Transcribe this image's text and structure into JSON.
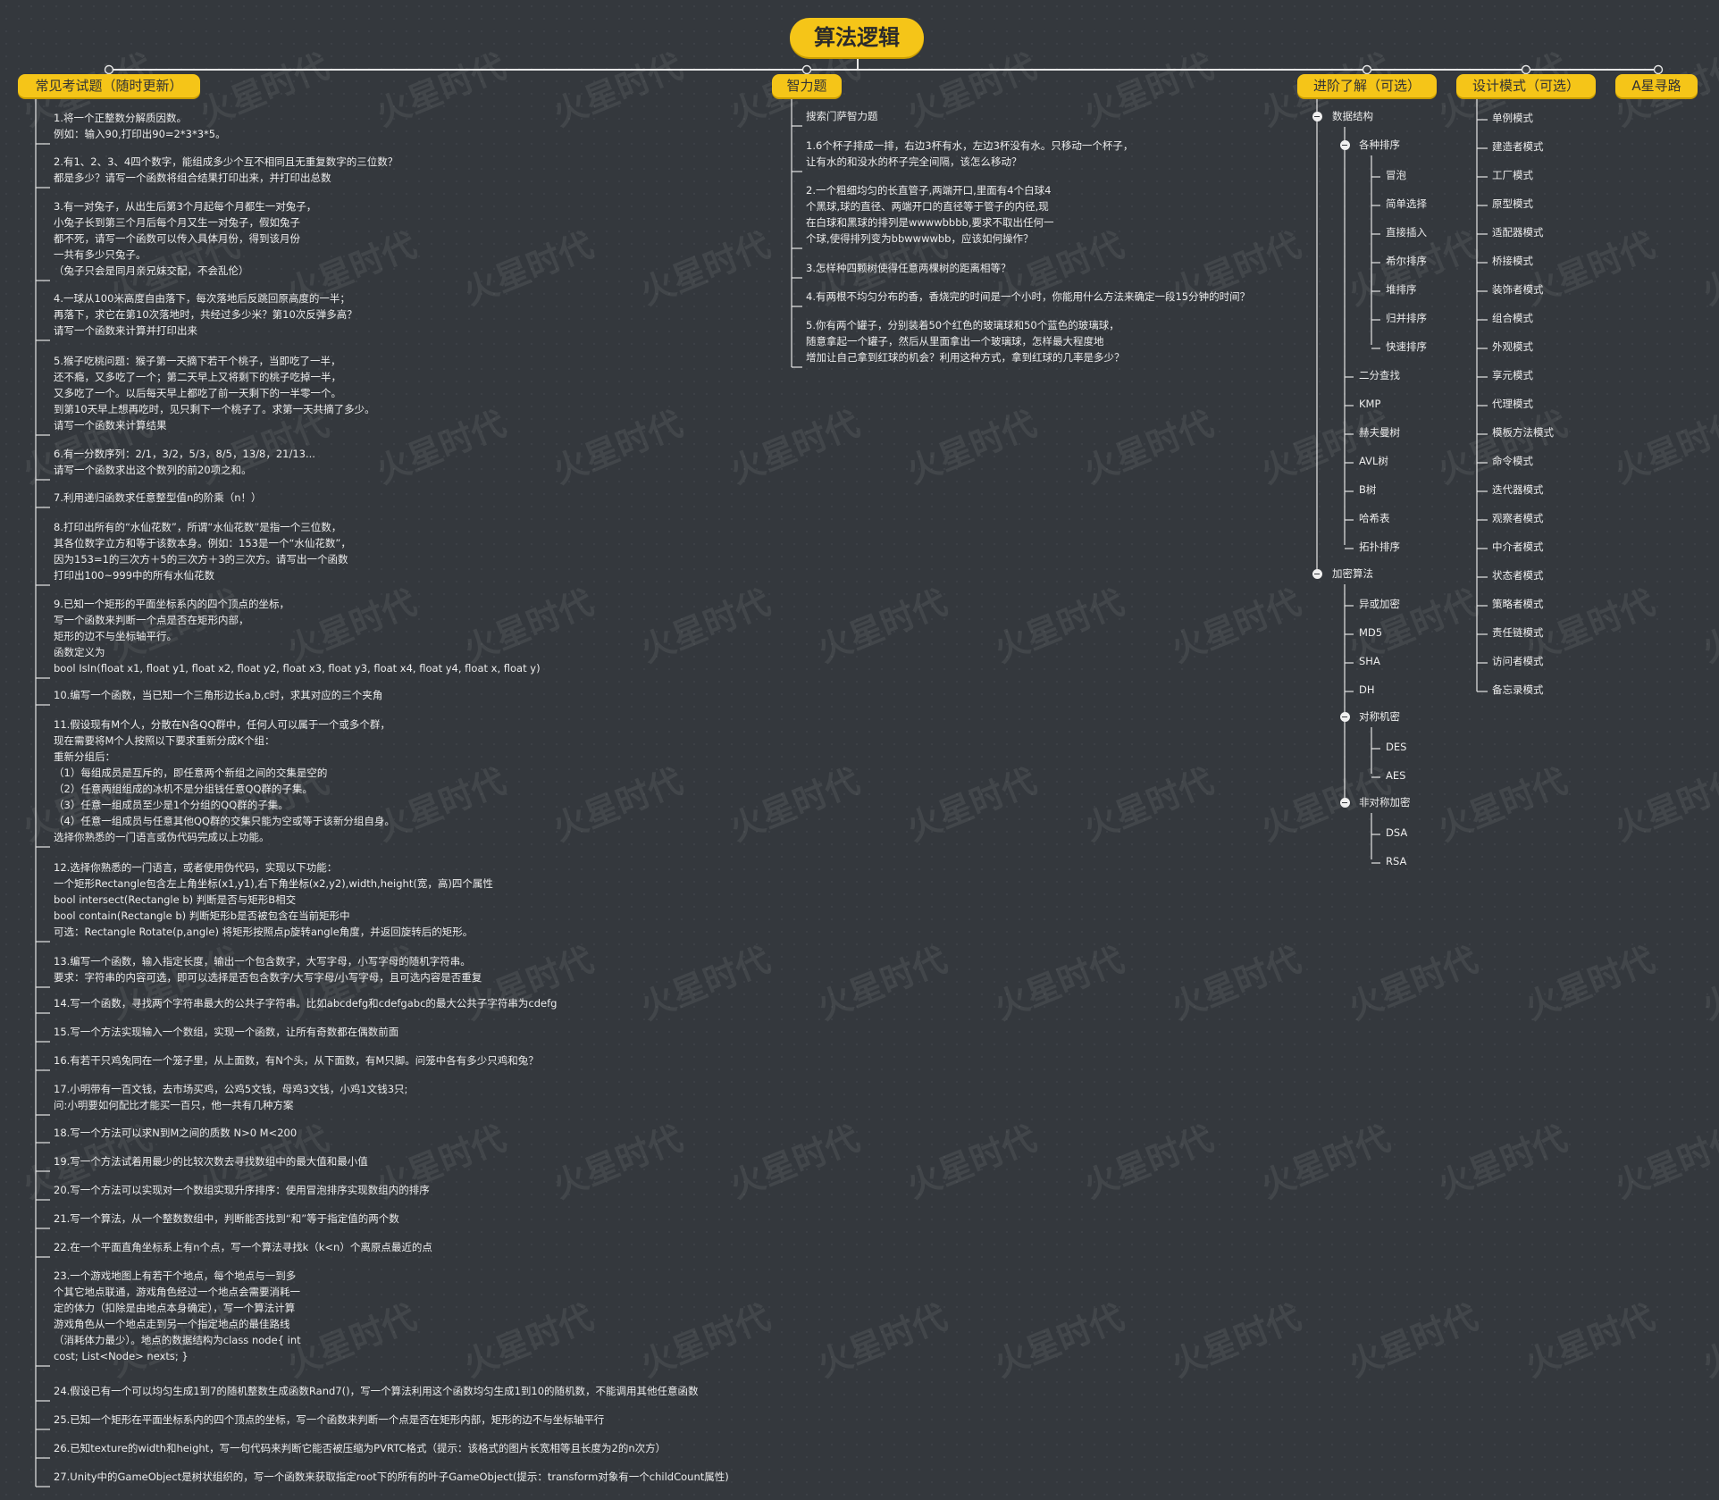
{
  "root": "算法逻辑",
  "branches": {
    "exam": {
      "label": "常见考试题（随时更新）",
      "items": [
        [
          "1.将一个正整数分解质因数。",
          "例如：输入90,打印出90=2*3*3*5。"
        ],
        [
          "2.有1、2、3、4四个数字，能组成多少个互不相同且无重复数字的三位数？",
          "都是多少？请写一个函数将组合结果打印出来，并打印出总数"
        ],
        [
          "3.有一对兔子，从出生后第3个月起每个月都生一对兔子，",
          "小兔子长到第三个月后每个月又生一对兔子，假如兔子",
          "都不死，请写一个函数可以传入具体月份，得到该月份",
          "一共有多少只兔子。",
          "（兔子只会是同月亲兄妹交配，不会乱伦）"
        ],
        [
          "4.一球从100米高度自由落下，每次落地后反跳回原高度的一半；",
          "再落下，求它在第10次落地时，共经过多少米？第10次反弹多高？",
          "请写一个函数来计算并打印出来"
        ],
        [
          "5.猴子吃桃问题：猴子第一天摘下若干个桃子，当即吃了一半，",
          "还不瘾，又多吃了一个；第二天早上又将剩下的桃子吃掉一半，",
          "又多吃了一个。以后每天早上都吃了前一天剩下的一半零一个。",
          "到第10天早上想再吃时，见只剩下一个桃子了。求第一天共摘了多少。",
          "请写一个函数来计算结果"
        ],
        [
          "6.有一分数序列：2/1，3/2，5/3，8/5，13/8，21/13...",
          "请写一个函数求出这个数列的前20项之和。"
        ],
        [
          "7.利用递归函数求任意整型值n的阶乘（n！）"
        ],
        [
          "8.打印出所有的“水仙花数”，所谓“水仙花数”是指一个三位数，",
          "其各位数字立方和等于该数本身。例如：153是一个“水仙花数”，",
          "因为153=1的三次方＋5的三次方＋3的三次方。请写出一个函数",
          "打印出100~999中的所有水仙花数"
        ],
        [
          "9.已知一个矩形的平面坐标系内的四个顶点的坐标，",
          "写一个函数来判断一个点是否在矩形内部，",
          "矩形的边不与坐标轴平行。",
          "函数定义为",
          "bool IsIn(float x1, float y1, float x2, float y2, float x3, float y3, float x4, float y4, float x, float y)"
        ],
        [
          "10.编写一个函数，当已知一个三角形边长a,b,c时，求其对应的三个夹角"
        ],
        [
          "11.假设现有M个人，分散在N各QQ群中，任何人可以属于一个或多个群，",
          "现在需要将M个人按照以下要求重新分成K个组：",
          "重新分组后：",
          "（1）每组成员是互斥的，即任意两个新组之间的交集是空的",
          "（2）任意两组组成的冰机不是分组钱任意QQ群的子集。",
          "（3）任意一组成员至少是1个分组的QQ群的子集。",
          "（4）任意一组成员与任意其他QQ群的交集只能为空或等于该新分组自身。",
          "选择你熟悉的一门语言或伪代码完成以上功能。"
        ],
        [
          "12.选择你熟悉的一门语言，或者使用伪代码，实现以下功能：",
          "一个矩形Rectangle包含左上角坐标(x1,y1),右下角坐标(x2,y2),width,height(宽，高)四个属性",
          "bool intersect(Rectangle b) 判断是否与矩形B相交",
          "bool contain(Rectangle b) 判断矩形b是否被包含在当前矩形中",
          "可选：Rectangle Rotate(p,angle) 将矩形按照点p旋转angle角度，并返回旋转后的矩形。"
        ],
        [
          "13.编写一个函数，输入指定长度，输出一个包含数字，大写字母，小写字母的随机字符串。",
          "要求：字符串的内容可选，即可以选择是否包含数字/大写字母/小写字母，且可选内容是否重复"
        ],
        [
          "14.写一个函数，寻找两个字符串最大的公共子字符串。比如abcdefg和cdefgabc的最大公共子字符串为cdefg"
        ],
        [
          "15.写一个方法实现输入一个数组，实现一个函数，让所有奇数都在偶数前面"
        ],
        [
          "16.有若干只鸡兔同在一个笼子里，从上面数，有N个头，从下面数，有M只脚。问笼中各有多少只鸡和兔？"
        ],
        [
          "17.小明带有一百文钱，去市场买鸡，公鸡5文钱，母鸡3文钱，小鸡1文钱3只;",
          "问:小明要如何配比才能买一百只，他一共有几种方案"
        ],
        [
          "18.写一个方法可以求N到M之间的质数 N>0 M<200"
        ],
        [
          "19.写一个方法试着用最少的比较次数去寻找数组中的最大值和最小值"
        ],
        [
          "20.写一个方法可以实现对一个数组实现升序排序：使用冒泡排序实现数组内的排序"
        ],
        [
          "21.写一个算法，从一个整数数组中，判断能否找到“和”等于指定值的两个数"
        ],
        [
          "22.在一个平面直角坐标系上有n个点，写一个算法寻找k（k<n）个离原点最近的点"
        ],
        [
          "23.一个游戏地图上有若干个地点，每个地点与一到多",
          "个其它地点联通，游戏角色经过一个地点会需要消耗一",
          "定的体力（扣除是由地点本身确定），写一个算法计算",
          "游戏角色从一个地点走到另一个指定地点的最佳路线",
          "（消耗体力最少）。地点的数据结构为class node{ int",
          "cost; List<Node> nexts; }"
        ],
        [
          "24.假设已有一个可以均匀生成1到7的随机整数生成函数Rand7()，写一个算法利用这个函数均匀生成1到10的随机数，不能调用其他任意函数"
        ],
        [
          "25.已知一个矩形在平面坐标系内的四个顶点的坐标，写一个函数来判断一个点是否在矩形内部，矩形的边不与坐标轴平行"
        ],
        [
          "26.已知texture的width和height，写一句代码来判断它能否被压缩为PVRTC格式（提示：该格式的图片长宽相等且长度为2的n次方）"
        ],
        [
          "27.Unity中的GameObject是树状组织的，写一个函数来获取指定root下的所有的叶子GameObject(提示：transform对象有一个childCount属性)"
        ]
      ]
    },
    "iq": {
      "label": "智力题",
      "items": [
        [
          "搜索门萨智力题"
        ],
        [
          "1.6个杯子排成一排，右边3杯有水，左边3杯没有水。只移动一个杯子，",
          "让有水的和没水的杯子完全间隔，该怎么移动？"
        ],
        [
          "2.一个粗细均匀的长直管子,两端开口,里面有4个白球4",
          "个黑球,球的直径、两端开口的直径等于管子的内径,现",
          "在白球和黑球的排列是wwwwbbbb,要求不取出任何一",
          "个球,使得排列变为bbwwwwbb，应该如何操作？"
        ],
        [
          "3.怎样种四颗树使得任意两棵树的距离相等？"
        ],
        [
          "4.有两根不均匀分布的香，香烧完的时间是一个小时，你能用什么方法来确定一段15分钟的时间？"
        ],
        [
          "5.你有两个罐子，分别装着50个红色的玻璃球和50个蓝色的玻璃球，",
          "随意拿起一个罐子，然后从里面拿出一个玻璃球，怎样最大程度地",
          "增加让自己拿到红球的机会？利用这种方式，拿到红球的几率是多少？"
        ]
      ]
    },
    "advanced": {
      "label": "进阶了解（可选）",
      "data_structures": "数据结构",
      "sorting": "各种排序",
      "sort_items": [
        "冒泡",
        "简单选择",
        "直接插入",
        "希尔排序",
        "堆排序",
        "归并排序",
        "快速排序"
      ],
      "ds_items": [
        "二分查找",
        "KMP",
        "赫夫曼树",
        "AVL树",
        "B树",
        "哈希表",
        "拓扑排序"
      ],
      "encryption": "加密算法",
      "enc_items": [
        "异或加密",
        "MD5",
        "SHA",
        "DH"
      ],
      "symmetric": "对称机密",
      "sym_items": [
        "DES",
        "AES"
      ],
      "asymmetric": "非对称加密",
      "asym_items": [
        "DSA",
        "RSA"
      ]
    },
    "patterns": {
      "label": "设计模式（可选）",
      "items": [
        "单例模式",
        "建造者模式",
        "工厂模式",
        "原型模式",
        "适配器模式",
        "桥接模式",
        "装饰者模式",
        "组合模式",
        "外观模式",
        "享元模式",
        "代理模式",
        "模板方法模式",
        "命令模式",
        "迭代器模式",
        "观察者模式",
        "中介者模式",
        "状态者模式",
        "策略者模式",
        "责任链模式",
        "访问者模式",
        "备忘录模式"
      ]
    },
    "astar": {
      "label": "A星寻路"
    }
  },
  "watermark": "火星时代",
  "colors": {
    "background": "#34383d",
    "node": "#f5c518",
    "line": "#e6e6e6",
    "text": "#ececec"
  }
}
